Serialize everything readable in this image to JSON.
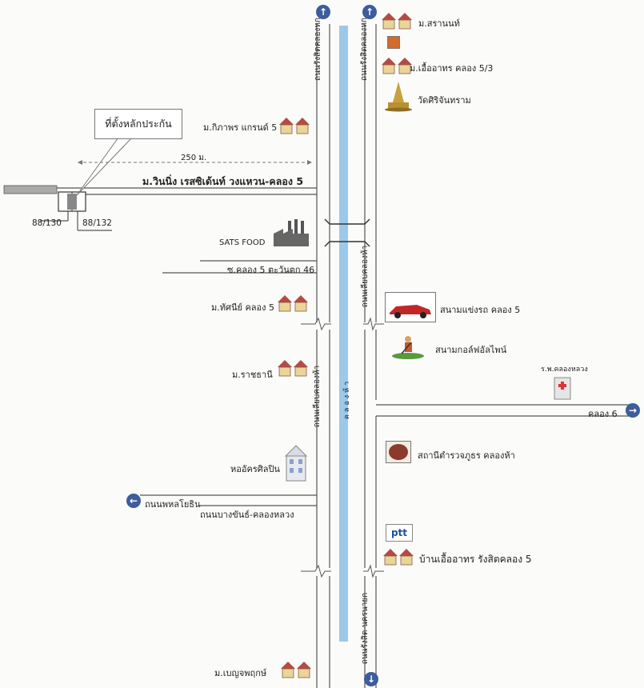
{
  "callout": {
    "text": "ที่ตั้งหลักประกัน"
  },
  "distance_label": "250 ม.",
  "plot_numbers": {
    "left": "88/130",
    "right": "88/132"
  },
  "roads": {
    "main_left_top": "ถนนรังสิตคลองหก",
    "main_right_top": "ถนนรังสิตคลองหก",
    "winning_village_road": "ม.วินนิ่ง เรสซิเด้นท์ วงแหวน-คลอง 5",
    "soi_khlong5": "ซ.คลอง 5 ตะวันตก 46",
    "right_mid_road": "ถนนเลียบคลองห้า",
    "left_mid_road": "ถนนเลียบคลองห้า",
    "canal": "คลองห้า",
    "khlong6": "คลอง 6",
    "phahon_road": "ถนนพหลโยธิน",
    "bangkhan_road": "ถนนบางขันธ์-คลองหลวง",
    "bottom_right_road": "ถนนรังสิต-นครนายก"
  },
  "places": {
    "saranon": "ม.สรานนท์",
    "uea_athon_53": "ม.เอื้ออาทร คลอง 5/3",
    "wat": "วัดศิริจันทราม",
    "kippaphon": "ม.กิภาพร แกรนด์ 5",
    "sats": "SATS FOOD",
    "thatsanee": "ม.ทัศนีย์ คลอง 5",
    "racetrack": "สนามแข่งรถ คลอง 5",
    "golf": "สนามกอล์ฟอัลไพน์",
    "hospital": "ร.พ.คลองหลวง",
    "ratchathani": "ม.ราชธานี",
    "police": "สถานีตำรวจภูธร คลองห้า",
    "dorm": "หออัครศิลปิน",
    "ptt": "ptt",
    "baan_uea_athon": "บ้านเอื้ออาทร รังสิตคลอง 5",
    "benjapruk": "ม.เบญจพฤกษ์"
  },
  "colors": {
    "canal": "#9cc9ea",
    "road": "#555555",
    "arrow": "#3d5d9c",
    "house_roof": "#b54a45",
    "house_wall": "#e9d59a"
  }
}
